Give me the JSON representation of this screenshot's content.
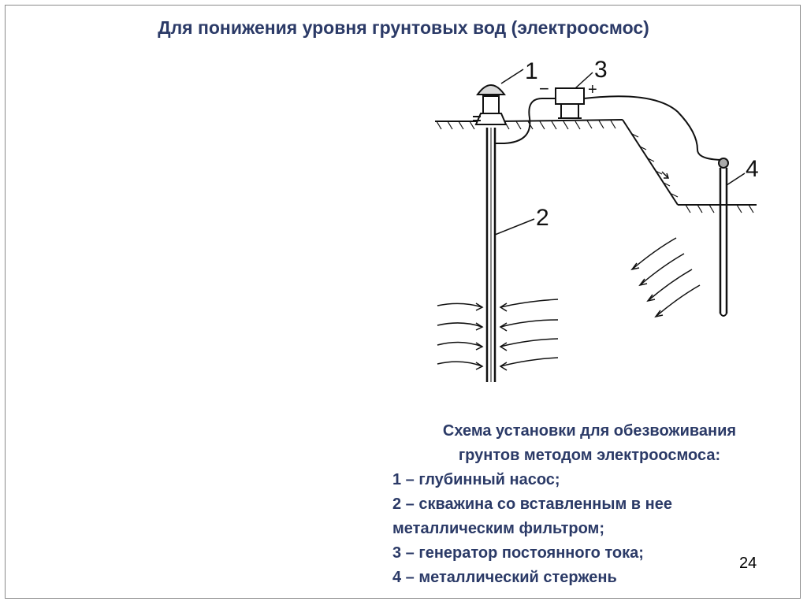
{
  "title": "Для понижения уровня грунтовых вод (электроосмос)",
  "diagram": {
    "callouts": [
      "1",
      "2",
      "3",
      "4"
    ],
    "minus_sign": "−",
    "plus_sign": "+"
  },
  "caption": {
    "heading_1": "Схема установки для обезвоживания",
    "heading_2": "грунтов методом электроосмоса:",
    "items": [
      "1 – глубинный насос;",
      "2 – скважина со вставленным в нее",
      "металлическим фильтром;",
      "3 – генератор постоянного тока;",
      "4 – металлический стержень"
    ]
  },
  "page_number": "24"
}
